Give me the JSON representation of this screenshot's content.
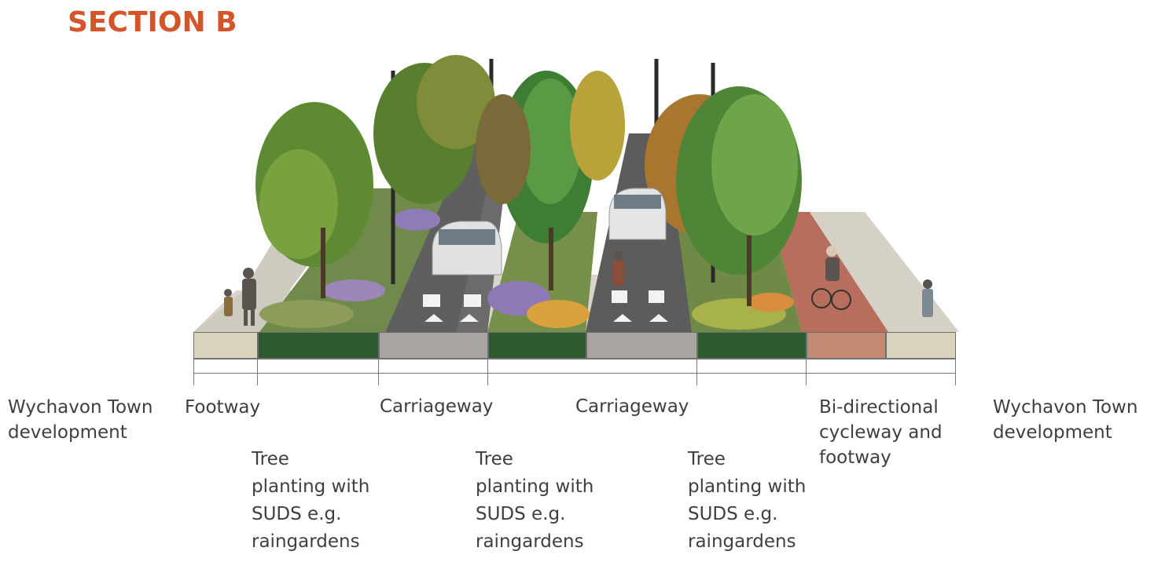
{
  "title": "SECTION B",
  "labels": {
    "left_dev": "Wychavon Town\ndevelopment",
    "footway": "Footway",
    "carriageway_1": "Carriageway",
    "carriageway_2": "Carriageway",
    "cycleway": "Bi-directional\ncycleway and\nfootway",
    "right_dev": "Wychavon Town\ndevelopment",
    "tree_1": "Tree\nplanting with\nSUDS e.g.\nraingardens",
    "tree_2": "Tree\nplanting with\nSUDS e.g.\nraingardens",
    "tree_3": "Tree\nplanting with\nSUDS e.g.\nraingardens"
  },
  "colors": {
    "title": "#d4552a",
    "footway": "#d8d2bf",
    "planting": "#2d5a2e",
    "carriageway": "#a9a6a1",
    "cycleway": "#c58a73"
  },
  "bands": [
    {
      "name": "footway",
      "color": "#d8d2bf"
    },
    {
      "name": "tree-planting",
      "color": "#2d5a2e"
    },
    {
      "name": "carriageway",
      "color": "#a9a6a1"
    },
    {
      "name": "tree-planting",
      "color": "#2d5a2e"
    },
    {
      "name": "carriageway",
      "color": "#a9a6a1"
    },
    {
      "name": "tree-planting",
      "color": "#2d5a2e"
    },
    {
      "name": "cycleway-footway",
      "color": "#c58a73"
    },
    {
      "name": "footway",
      "color": "#d8d2bf"
    }
  ]
}
